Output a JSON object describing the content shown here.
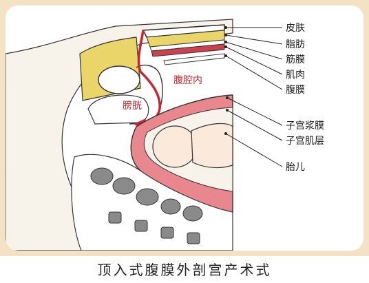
{
  "diagram": {
    "labels": {
      "skin": "皮肤",
      "fat": "脂肪",
      "fascia": "筋膜",
      "muscle": "肌肉",
      "peritoneum": "腹膜",
      "serosa": "子宫浆膜",
      "myometrium": "子宫肌层",
      "fetus": "胎儿",
      "cavity": "腹腔内",
      "bladder": "膀胱"
    },
    "caption": "顶入式腹膜外剖宫产术式"
  },
  "colors": {
    "frame": "#f3e3c4",
    "fat": "#e9d56a",
    "muscle": "#c9424f",
    "uterus": "#e8878e",
    "arrow": "#c8262e"
  }
}
